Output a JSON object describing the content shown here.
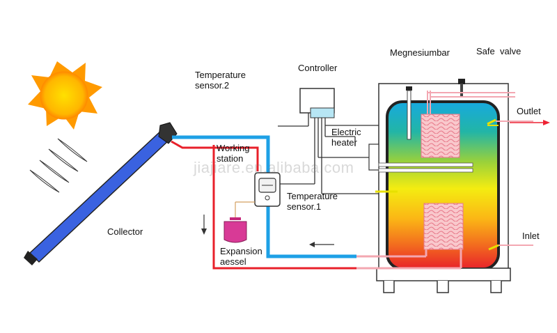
{
  "labels": {
    "temperature_sensor_2": [
      "Temperature",
      "sensor.2"
    ],
    "controller": "Controller",
    "megnesiumbar": "Megnesiumbar",
    "safe_valve": "Safe  valve",
    "outlet": "Outlet",
    "electric_heater": [
      "Electric",
      "heater"
    ],
    "working_station": [
      "Working",
      "station"
    ],
    "temperature_sensor_1": [
      "Temperature",
      "sensor.1"
    ],
    "collector": "Collector",
    "expansion_vessel": [
      "Expansion",
      "aessel"
    ],
    "inlet": "Inlet"
  },
  "watermark": "jiajiare.en.alibaba.com",
  "colors": {
    "sun": "#ffcc00",
    "sun_rays": "#ff9a00",
    "hot_pipe": "#e8202a",
    "cold_pipe": "#1ea0e6",
    "outlet_arrow": "#ee2233",
    "sensor_marker": "#e8e000",
    "coil": "#f6a8b4"
  }
}
